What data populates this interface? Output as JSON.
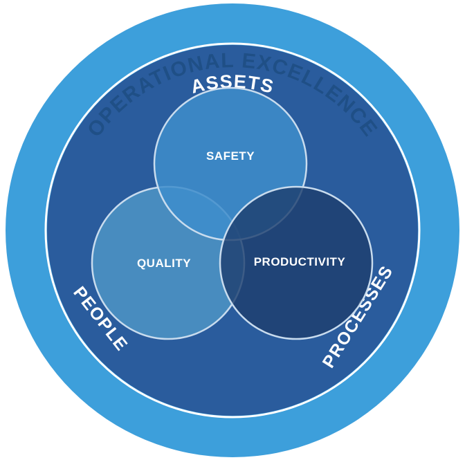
{
  "outer_ring": {
    "title": "OPERATIONAL EXCELLENCE"
  },
  "inner_ring": {
    "top_label": "ASSETS",
    "left_label": "PEOPLE",
    "right_label": "PROCESSES"
  },
  "circles": {
    "safety": "SAFETY",
    "quality": "QUALITY",
    "productivity": "PRODUCTIVITY"
  },
  "colors": {
    "outer_ring": "#3d9fdb",
    "inner_disc": "#2a5c9d",
    "ring_divider": "#ffffff",
    "outer_text": "#1f4f86",
    "inner_text": "#ffffff",
    "safety_fill": "#3e8dcb",
    "quality_fill": "#4a8fc0",
    "productivity_fill": "#1e3f6f",
    "circle_stroke": "#c9dcee"
  }
}
